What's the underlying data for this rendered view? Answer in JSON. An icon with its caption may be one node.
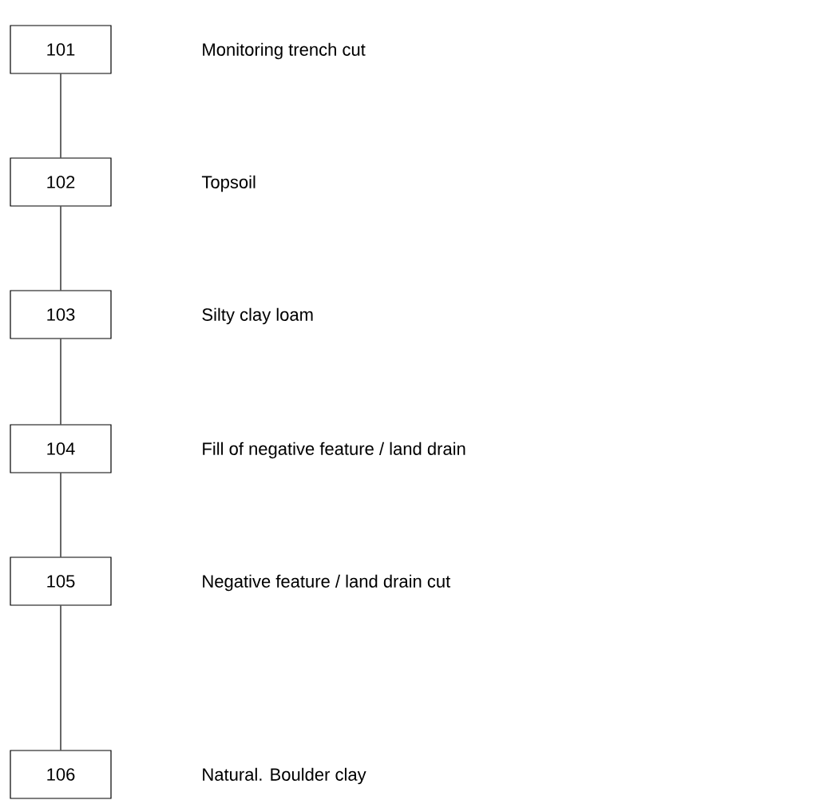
{
  "diagram": {
    "nodes": [
      {
        "text": [
          "101"
        ]
      },
      {
        "text": [
          "102"
        ]
      },
      {
        "text": [
          "103"
        ]
      },
      {
        "text": [
          "104"
        ]
      },
      {
        "text": [
          "105"
        ]
      },
      {
        "text": [
          "106"
        ]
      }
    ],
    "edges": [
      {
        "from": 0,
        "to": 1,
        "arrow": "none"
      },
      {
        "from": 1,
        "to": 2,
        "arrow": "none"
      },
      {
        "from": 2,
        "to": 3,
        "arrow": "none"
      },
      {
        "from": 3,
        "to": 4,
        "arrow": "none"
      },
      {
        "from": 4,
        "to": 5,
        "arrow": "none"
      }
    ],
    "labels": [
      "Monitoring trench cut",
      "Topsoil",
      "Silty clay loam",
      "Fill of negative feature / land drain",
      "Negative feature / land drain cut",
      "Natural. Boulder clay"
    ]
  }
}
